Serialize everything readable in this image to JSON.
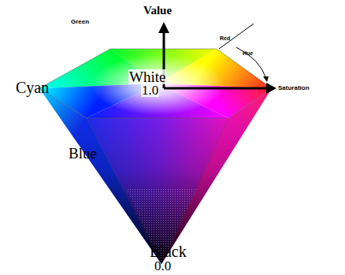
{
  "diagram": {
    "labels": [
      "Value",
      "Green",
      "Red",
      "Hue",
      "Saturation",
      "Cyan",
      "White",
      "1.0",
      "Blue",
      "Black",
      "0.0"
    ]
  }
}
